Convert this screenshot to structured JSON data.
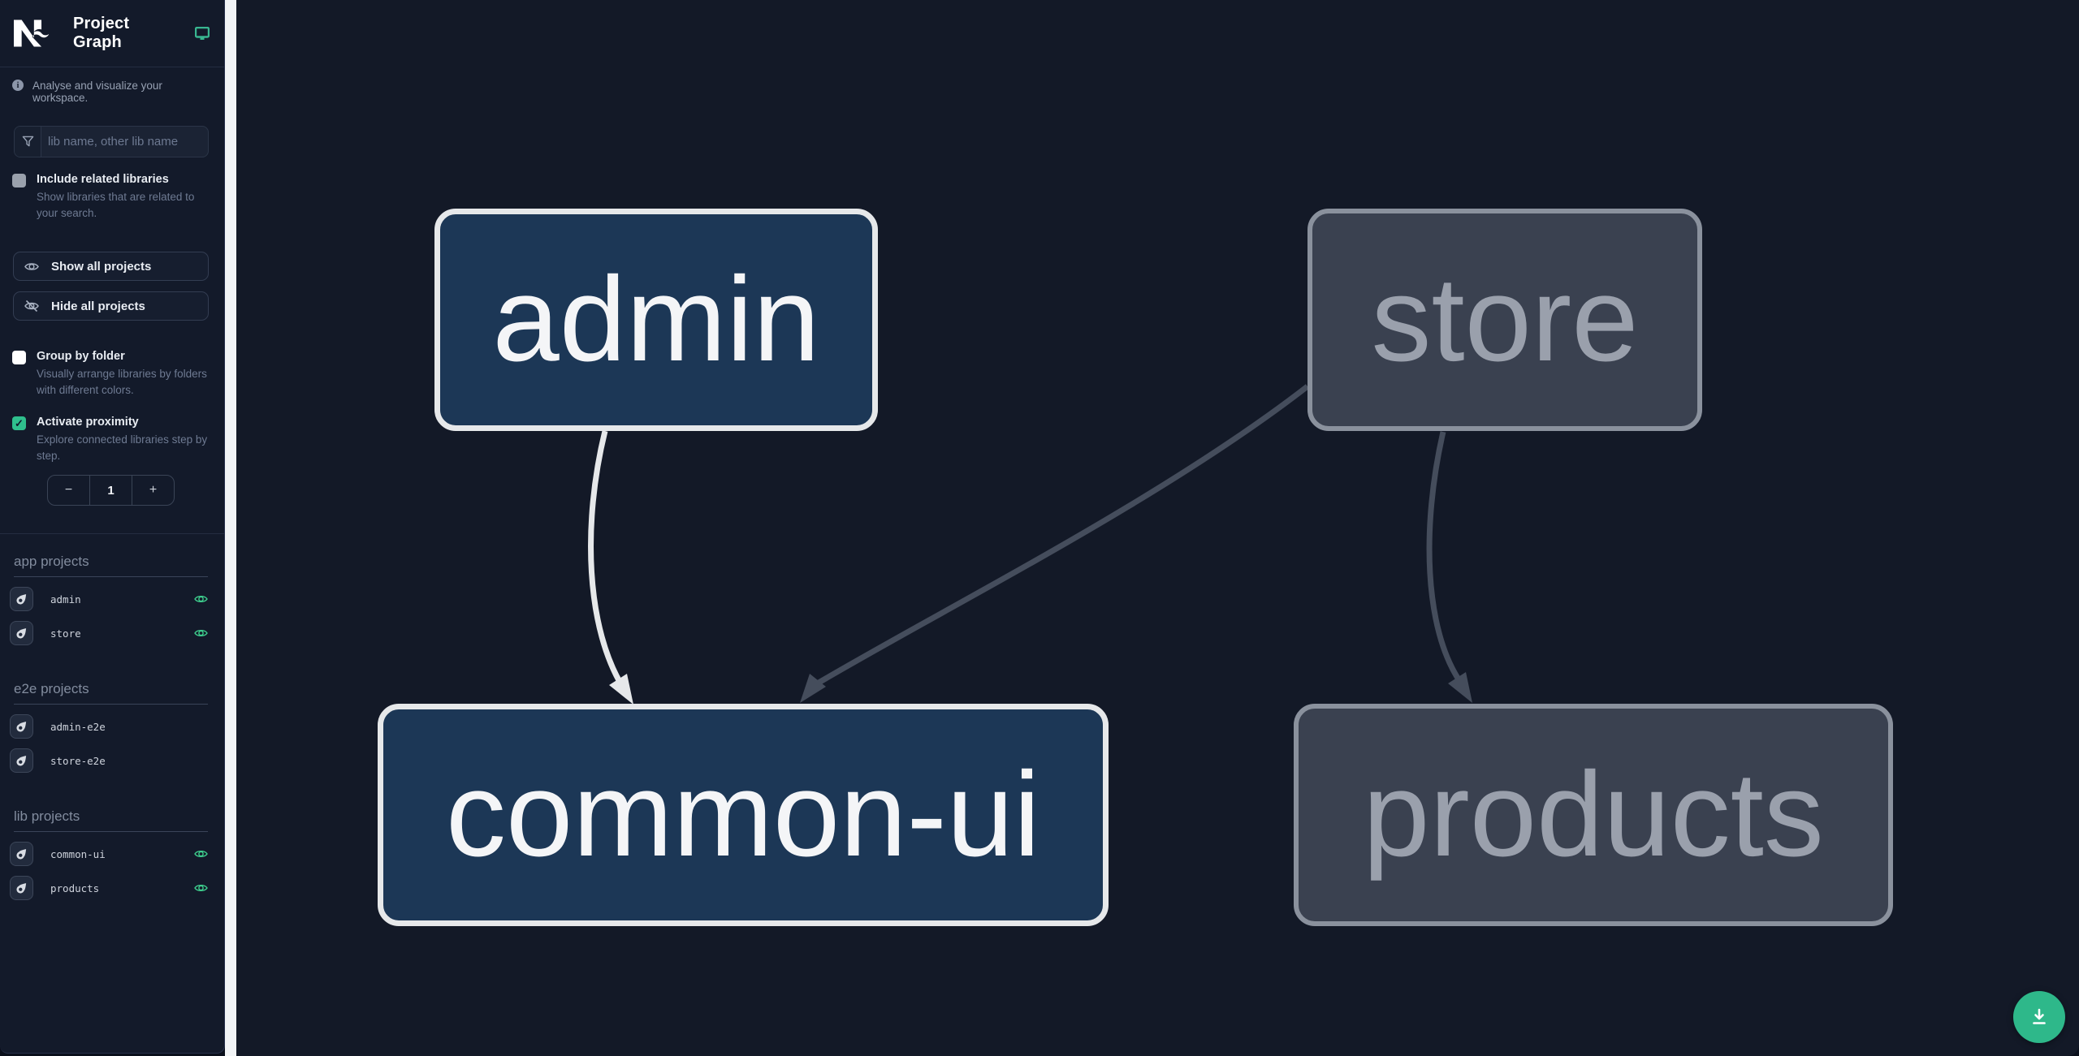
{
  "app": {
    "title": "Project Graph"
  },
  "sidebar": {
    "tagline": "Analyse and visualize your workspace.",
    "filter_placeholder": "lib name, other lib name",
    "include_related": {
      "label": "Include related libraries",
      "description": "Show libraries that are related to your search.",
      "checked": false
    },
    "show_all_label": "Show all projects",
    "hide_all_label": "Hide all projects",
    "group_by_folder": {
      "label": "Group by folder",
      "description": "Visually arrange libraries by folders with different colors.",
      "checked": false
    },
    "activate_proximity": {
      "label": "Activate proximity",
      "description": "Explore connected libraries step by step.",
      "checked": true,
      "check_glyph": "✓"
    },
    "proximity_stepper": {
      "decrement_label": "−",
      "value": "1",
      "increment_label": "+"
    },
    "sections": [
      {
        "title": "app projects",
        "projects": [
          {
            "name": "admin",
            "eye_visible": true
          },
          {
            "name": "store",
            "eye_visible": true
          }
        ]
      },
      {
        "title": "e2e projects",
        "projects": [
          {
            "name": "admin-e2e",
            "eye_visible": false
          },
          {
            "name": "store-e2e",
            "eye_visible": false
          }
        ]
      },
      {
        "title": "lib projects",
        "projects": [
          {
            "name": "common-ui",
            "eye_visible": true
          },
          {
            "name": "products",
            "eye_visible": true
          }
        ]
      }
    ]
  },
  "graph": {
    "nodes": [
      {
        "id": "admin",
        "label": "admin",
        "style": "highlighted"
      },
      {
        "id": "store",
        "label": "store",
        "style": "dimmed"
      },
      {
        "id": "common-ui",
        "label": "common-ui",
        "style": "highlighted"
      },
      {
        "id": "products",
        "label": "products",
        "style": "dimmed"
      }
    ],
    "edges": [
      {
        "source": "admin",
        "target": "common-ui",
        "style": "highlighted"
      },
      {
        "source": "store",
        "target": "common-ui",
        "style": "dimmed"
      },
      {
        "source": "store",
        "target": "products",
        "style": "dimmed"
      }
    ]
  },
  "fab": {
    "icon": "download-icon"
  },
  "colors": {
    "accent_green": "#38b690",
    "eye_green": "#3ecf8e",
    "checkbox_green": "#2fbf8d",
    "fab_green": "#2eb88a",
    "sidebar_bg": "#131a2a",
    "canvas_bg": "#131927",
    "gutter": "#f2f4f6",
    "highlight_node_fill": "#1c3756",
    "highlight_node_border": "#e6e8ea",
    "highlight_edge": "#e6e8ea",
    "dimmed_node_fill": "#3a4150",
    "dimmed_node_border": "#8a919d",
    "dimmed_node_text": "#9aa0ac",
    "dimmed_edge": "#454d5c"
  }
}
